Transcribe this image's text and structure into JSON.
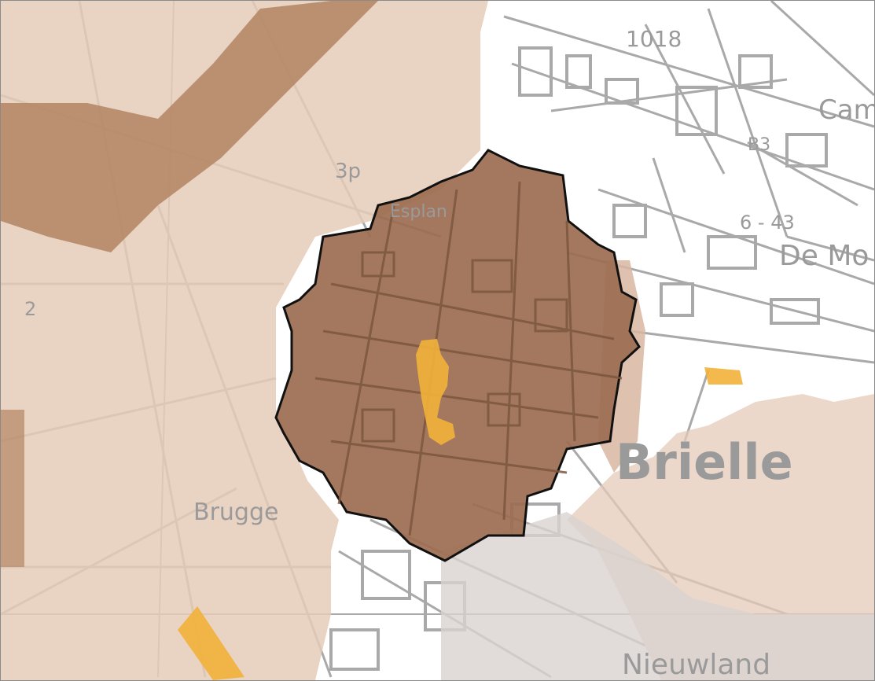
{
  "map": {
    "colors": {
      "background": "#ffffff",
      "base_lines": "#a9a9a9",
      "overlay_light": "#e5cbb8",
      "overlay_mid": "#d8b6a0",
      "overlay_dark": "#b38462",
      "fortress_fill": "#9b6c50",
      "fortress_outline": "#111111",
      "highlight": "#f2b13a"
    },
    "labels": {
      "number_1018": "1018",
      "place_brielle": "Brielle",
      "place_de_mo": "De Mo",
      "place_camp": "Camp",
      "place_nieuwland": "Nieuwland",
      "place_brugge": "Brugge",
      "place_esplan": "Esplan",
      "label_3p": "3p",
      "label_2": "2",
      "label_6_43": "6 - 43",
      "label_b3": "B3"
    }
  }
}
